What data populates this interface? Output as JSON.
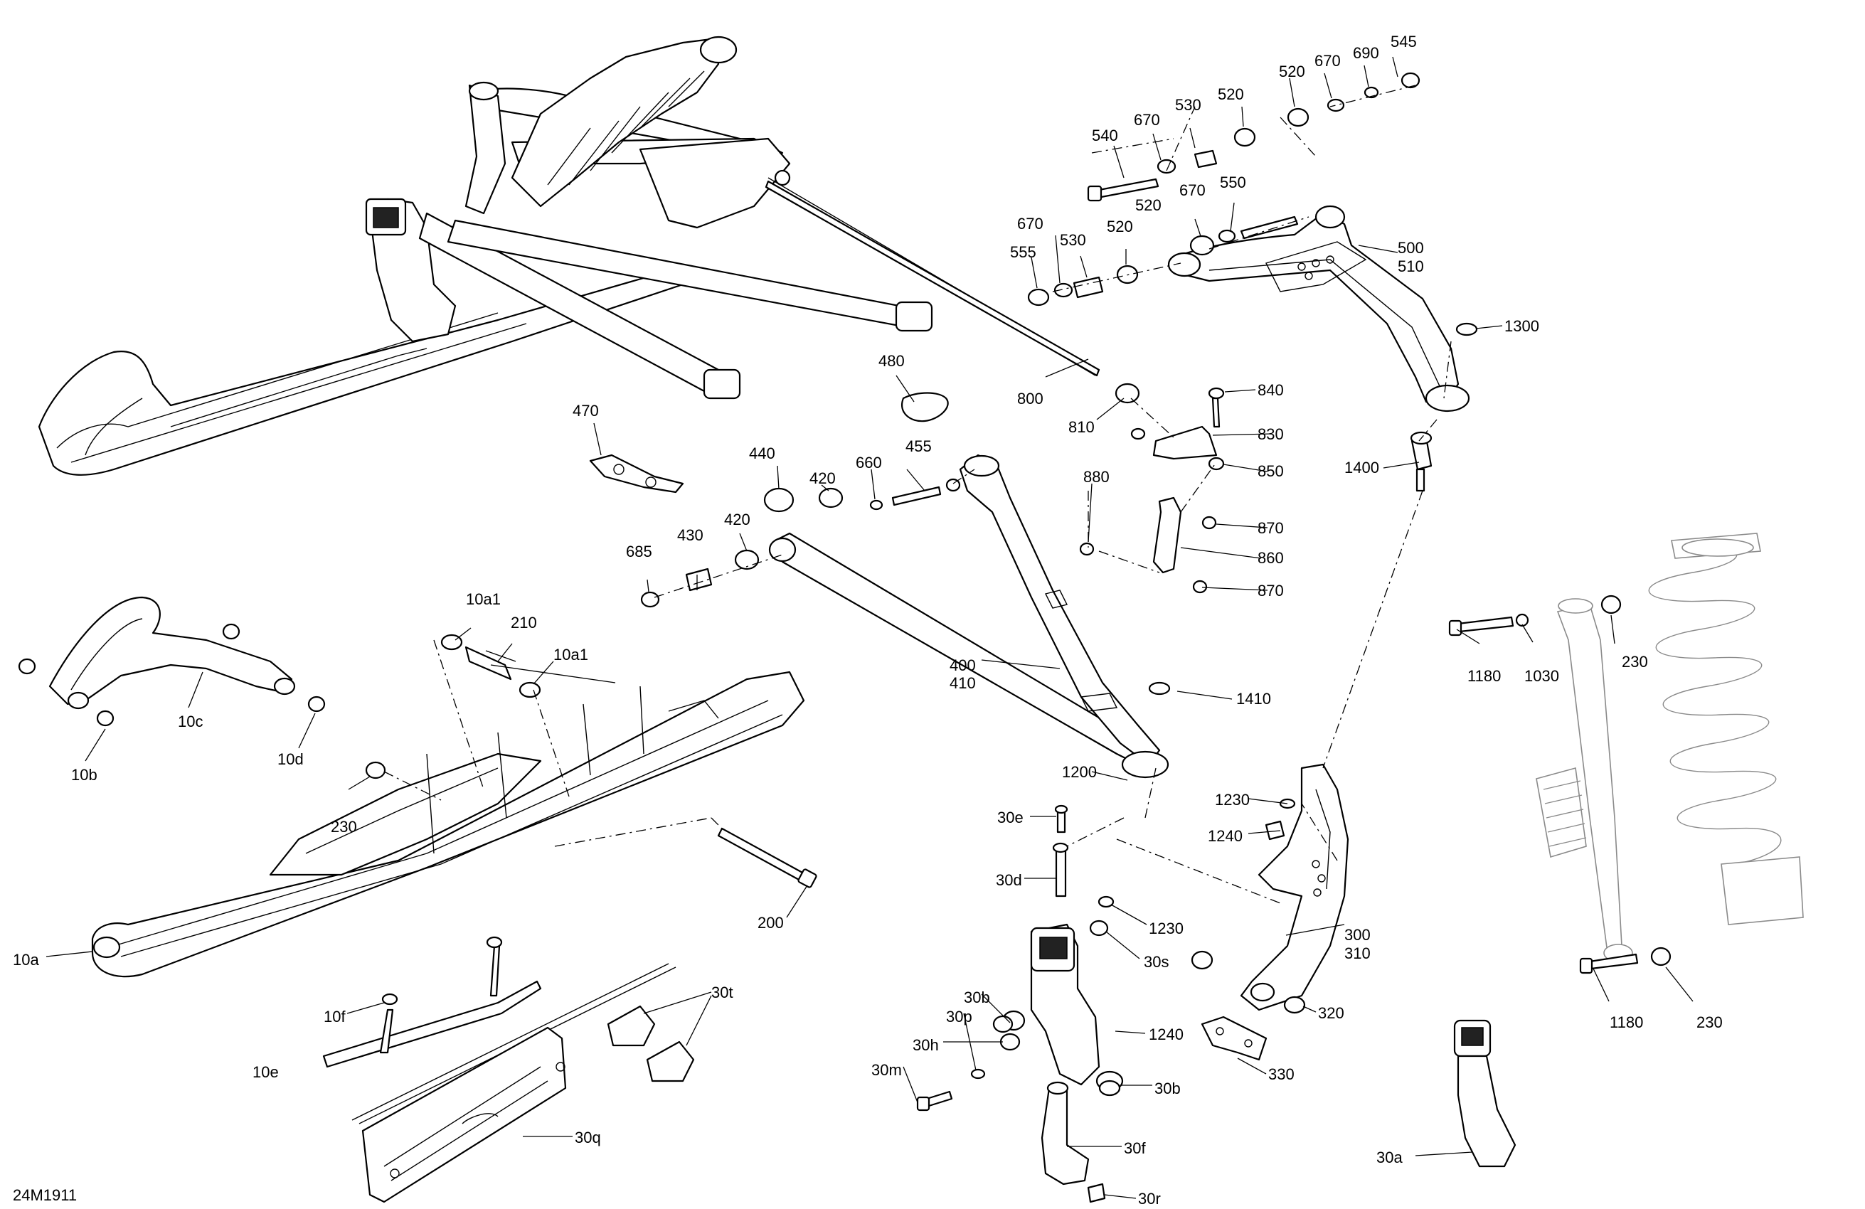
{
  "figure_id": "24M1911",
  "callouts": {
    "c545": "545",
    "c690": "690",
    "c670a": "670",
    "c520a": "520",
    "c520b": "520",
    "c530a": "530",
    "c540": "540",
    "c670b": "670",
    "c550": "550",
    "c520c": "520",
    "c670c": "670",
    "c530b": "530",
    "c520d": "520",
    "c555": "555",
    "c500": "500",
    "c510": "510",
    "c1300": "1300",
    "c480": "480",
    "c800": "800",
    "c840": "840",
    "c810": "810",
    "c830": "830",
    "c470": "470",
    "c440": "440",
    "c455": "455",
    "c660": "660",
    "c420a": "420",
    "c880": "880",
    "c850": "850",
    "c1400": "1400",
    "c420b": "420",
    "c430": "430",
    "c685": "685",
    "c870a": "870",
    "c860": "860",
    "c870b": "870",
    "c10a1a": "10a1",
    "c210": "210",
    "c10a1b": "10a1",
    "c400": "400",
    "c410": "410",
    "c1410": "1410",
    "c1180a": "1180",
    "c1030": "1030",
    "c230a": "230",
    "c10c": "10c",
    "c10b": "10b",
    "c10d": "10d",
    "c1200": "1200",
    "c1230a": "1230",
    "c230b": "230",
    "c30e": "30e",
    "c1240a": "1240",
    "c30d": "30d",
    "c200": "200",
    "c1230b": "1230",
    "c30s": "30s",
    "c300": "300",
    "c310": "310",
    "c10a": "10a",
    "c30t": "30t",
    "c30b1": "30b",
    "c320": "320",
    "c1180b": "1180",
    "c230c": "230",
    "c10f": "10f",
    "c30p": "30p",
    "c1240b": "1240",
    "c30h": "30h",
    "c10e": "10e",
    "c330": "330",
    "c30m": "30m",
    "c30b2": "30b",
    "c30q": "30q",
    "c30f": "30f",
    "c30a": "30a",
    "c30r": "30r"
  }
}
